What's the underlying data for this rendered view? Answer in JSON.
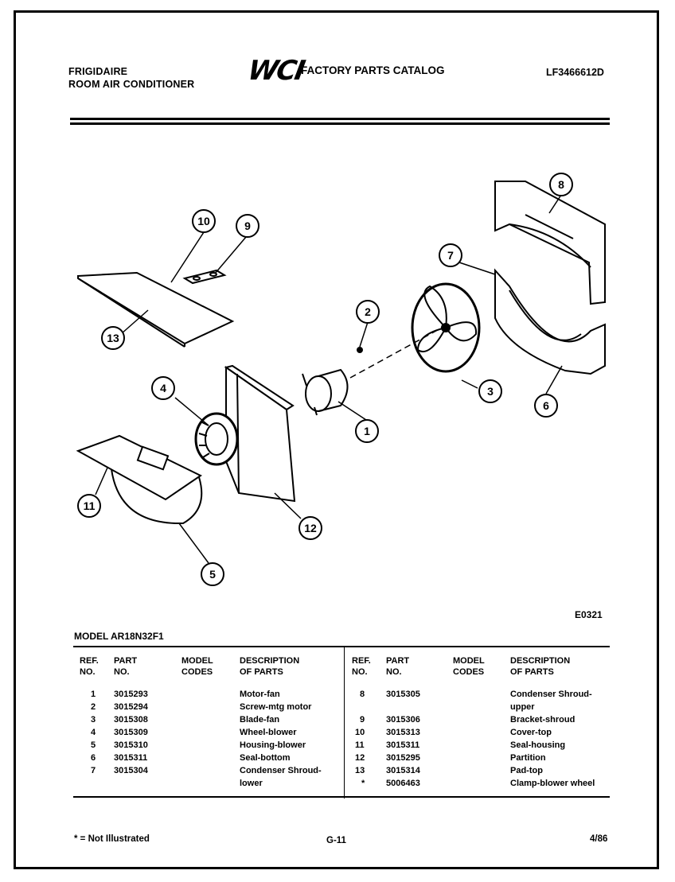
{
  "header": {
    "brand": "FRIGIDAIRE",
    "subtitle": "ROOM AIR CONDITIONER",
    "logo": "WCI",
    "catalog_title": "FACTORY PARTS CATALOG",
    "catalog_number": "LF3466612D"
  },
  "diagram": {
    "callouts": [
      "1",
      "2",
      "3",
      "4",
      "5",
      "6",
      "7",
      "8",
      "9",
      "10",
      "11",
      "12",
      "13"
    ],
    "figure_code": "E0321"
  },
  "model": "MODEL AR18N32F1",
  "table": {
    "headers": {
      "ref": "REF.\nNO.",
      "part": "PART\nNO.",
      "model_codes": "MODEL\nCODES",
      "description": "DESCRIPTION\nOF PARTS"
    },
    "left_rows": [
      {
        "ref": "1",
        "part": "3015293",
        "desc": "Motor-fan"
      },
      {
        "ref": "2",
        "part": "3015294",
        "desc": "Screw-mtg motor"
      },
      {
        "ref": "3",
        "part": "3015308",
        "desc": "Blade-fan"
      },
      {
        "ref": "4",
        "part": "3015309",
        "desc": "Wheel-blower"
      },
      {
        "ref": "5",
        "part": "3015310",
        "desc": "Housing-blower"
      },
      {
        "ref": "6",
        "part": "3015311",
        "desc": "Seal-bottom"
      },
      {
        "ref": "7",
        "part": "3015304",
        "desc": "Condenser Shroud-",
        "desc2": "lower"
      }
    ],
    "right_rows": [
      {
        "ref": "8",
        "part": "3015305",
        "desc": "Condenser Shroud-",
        "desc2": "upper"
      },
      {
        "ref": "9",
        "part": "3015306",
        "desc": "Bracket-shroud"
      },
      {
        "ref": "10",
        "part": "3015313",
        "desc": "Cover-top"
      },
      {
        "ref": "11",
        "part": "3015311",
        "desc": "Seal-housing"
      },
      {
        "ref": "12",
        "part": "3015295",
        "desc": "Partition"
      },
      {
        "ref": "13",
        "part": "3015314",
        "desc": "Pad-top"
      },
      {
        "ref": "*",
        "part": "5006463",
        "desc": "Clamp-blower wheel"
      }
    ]
  },
  "footer": {
    "note": "* = Not Illustrated",
    "page": "G-11",
    "date": "4/86"
  }
}
